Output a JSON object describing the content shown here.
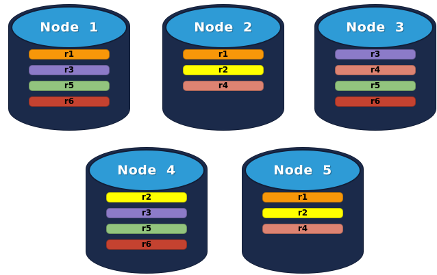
{
  "colors": {
    "background": "#ffffff",
    "cylinder_body": "#1B2A4A",
    "cylinder_outline": "#121D36",
    "cylinder_top": "#2E9BD6",
    "title_text": "#ffffff",
    "bar_text": "#000000",
    "replica_colors": {
      "r1": "#F79709",
      "r2": "#FFFF00",
      "r3": "#8C7BC8",
      "r4": "#DD8372",
      "r5": "#92C47E",
      "r6": "#C44230"
    }
  },
  "nodes": [
    {
      "id": "node-1",
      "title": "Node  1",
      "replicas": [
        "r1",
        "r3",
        "r5",
        "r6"
      ]
    },
    {
      "id": "node-2",
      "title": "Node  2",
      "replicas": [
        "r1",
        "r2",
        "r4"
      ]
    },
    {
      "id": "node-3",
      "title": "Node  3",
      "replicas": [
        "r3",
        "r4",
        "r5",
        "r6"
      ]
    },
    {
      "id": "node-4",
      "title": "Node  4",
      "replicas": [
        "r2",
        "r3",
        "r5",
        "r6"
      ]
    },
    {
      "id": "node-5",
      "title": "Node  5",
      "replicas": [
        "r1",
        "r2",
        "r4"
      ]
    }
  ]
}
